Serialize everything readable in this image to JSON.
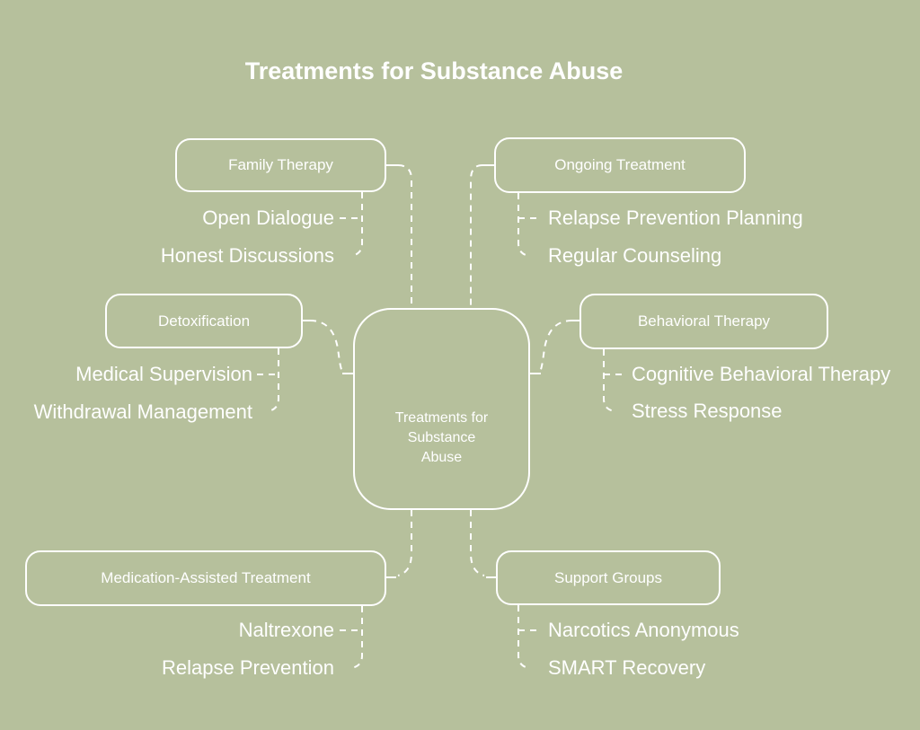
{
  "title": "Treatments for Substance Abuse",
  "colors": {
    "background": "#b6c09c",
    "line": "#ffffff",
    "text": "#ffffff"
  },
  "center": {
    "lines": [
      "Treatments for",
      "Substance",
      "Abuse"
    ]
  },
  "branches": [
    {
      "label": "Family Therapy",
      "children": [
        "Open Dialogue",
        "Honest Discussions"
      ]
    },
    {
      "label": "Ongoing Treatment",
      "children": [
        "Relapse Prevention Planning",
        "Regular Counseling"
      ]
    },
    {
      "label": "Detoxification",
      "children": [
        "Medical Supervision",
        "Withdrawal Management"
      ]
    },
    {
      "label": "Behavioral Therapy",
      "children": [
        "Cognitive Behavioral Therapy",
        "Stress Response"
      ]
    },
    {
      "label": "Medication-Assisted Treatment",
      "children": [
        "Naltrexone",
        "Relapse Prevention"
      ]
    },
    {
      "label": "Support Groups",
      "children": [
        "Narcotics Anonymous",
        "SMART Recovery"
      ]
    }
  ]
}
